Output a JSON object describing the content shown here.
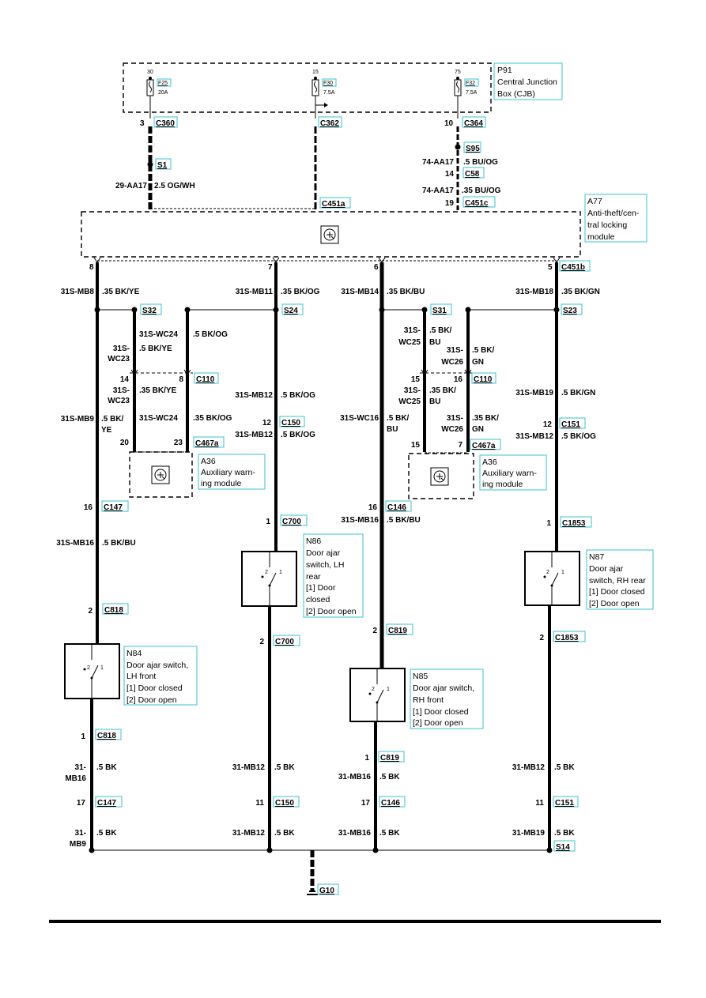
{
  "cjb": {
    "id": "P91",
    "line1": "Central Junction",
    "line2": "Box (CJB)",
    "fuses": [
      {
        "pin": "30",
        "fuse": "F25",
        "rating": "20A"
      },
      {
        "pin": "15",
        "fuse": "F30",
        "rating": "7.5A"
      },
      {
        "pin": "75",
        "fuse": "F32",
        "rating": "7.5A"
      }
    ]
  },
  "top": {
    "c360": {
      "pin": "3",
      "id": "C360"
    },
    "c362": {
      "pin": "",
      "id": "C362"
    },
    "c364": {
      "pin": "10",
      "id": "C364"
    },
    "s1": "S1",
    "s95": "S95",
    "w29": {
      "code": "29-AA17",
      "spec": "2.5 OG/WH"
    },
    "w74a": {
      "code": "74-AA17",
      "spec": ".5 BU/OG"
    },
    "c58": {
      "pin": "14",
      "id": "C58"
    },
    "w74b": {
      "code": "74-AA17",
      "spec": ".35 BU/OG"
    },
    "c451a": "C451a",
    "c451c": {
      "pin": "19",
      "id": "C451c"
    }
  },
  "a77": {
    "id": "A77",
    "line1": "Anti-theft/cen-",
    "line2": "tral locking",
    "line3": "module"
  },
  "a77pins": {
    "p8": "8",
    "p7": "7",
    "p6": "6",
    "p5": "5",
    "c451b": "C451b"
  },
  "wires": {
    "mb8": {
      "code": "31S-MB8",
      "spec": ".35 BK/YE"
    },
    "mb11": {
      "code": "31S-MB11",
      "spec": ".35 BK/OG"
    },
    "mb14": {
      "code": "31S-MB14",
      "spec": ".35 BK/BU"
    },
    "mb18": {
      "code": "31S-MB18",
      "spec": ".35 BK/GN"
    },
    "s32": "S32",
    "s24": "S24",
    "s31": "S31",
    "s23": "S23",
    "wc24a": {
      "code": "31S-WC24",
      "spec": ".5 BK/OG"
    },
    "wc23a": {
      "code1": "31S-",
      "code2": "WC23",
      "spec": ".5 BK/YE"
    },
    "wc25a": {
      "code1": "31S-",
      "code2": "WC25",
      "spec1": ".5 BK/",
      "spec2": "BU"
    },
    "wc26a": {
      "code1": "31S-",
      "code2": "WC26",
      "spec1": ".5 BK/",
      "spec2": "GN"
    },
    "c110l": {
      "p14": "14",
      "p8": "8",
      "id": "C110"
    },
    "c110r": {
      "p15": "15",
      "p16": "16",
      "id": "C110"
    },
    "wc23b": {
      "code1": "31S-",
      "code2": "WC23",
      "spec": ".35 BK/YE"
    },
    "wc24b": {
      "code": "31S-WC24",
      "spec": ".35 BK/OG"
    },
    "wc25b": {
      "code1": "31S-",
      "code2": "WC25",
      "spec1": ".35 BK/",
      "spec2": "BU"
    },
    "wc26b": {
      "code1": "31S-",
      "code2": "WC26",
      "spec1": ".35 BK/",
      "spec2": "GN"
    },
    "mb9": {
      "code": "31S-MB9",
      "spec1": ".5 BK/",
      "spec2": "YE"
    },
    "mb12a": {
      "code": "31S-MB12",
      "spec": ".5 BK/OG"
    },
    "wc16": {
      "code": "31S-WC16",
      "spec1": ".5 BK/",
      "spec2": "BU"
    },
    "mb19a": {
      "code": "31S-MB19",
      "spec": ".5 BK/GN"
    },
    "c150a": {
      "pin": "12",
      "id": "C150"
    },
    "c151a": {
      "pin": "12",
      "id": "C151"
    },
    "mb12b": {
      "code": "31S-MB12",
      "spec": ".5 BK/OG"
    },
    "mb12c": {
      "code": "31S-MB12",
      "spec": ".5 BK/OG"
    },
    "c467l": {
      "p20": "20",
      "p23": "23",
      "id": "C467a"
    },
    "c467r": {
      "p15": "15",
      "p7": "7",
      "id": "C467a"
    },
    "c147a": {
      "pin": "16",
      "id": "C147"
    },
    "c146a": {
      "pin": "16",
      "id": "C146"
    },
    "mb16a": {
      "code": "31S-MB16",
      "spec": ".5 BK/BU"
    },
    "mb16b": {
      "code": "31S-MB16",
      "spec": ".5 BK/BU"
    },
    "c700a": {
      "pin": "1",
      "id": "C700"
    },
    "c1853a": {
      "pin": "1",
      "id": "C1853"
    },
    "c818a": {
      "pin": "2",
      "id": "C818"
    },
    "c700b": {
      "pin": "2",
      "id": "C700"
    },
    "c819a": {
      "pin": "2",
      "id": "C819"
    },
    "c1853b": {
      "pin": "2",
      "id": "C1853"
    },
    "c818b": {
      "pin": "1",
      "id": "C818"
    },
    "c819b": {
      "pin": "1",
      "id": "C819"
    },
    "b16l": {
      "code1": "31-",
      "code2": "MB16",
      "spec": ".5 BK"
    },
    "b12l": {
      "code": "31-MB12",
      "spec": ".5 BK"
    },
    "b16r": {
      "code": "31-MB16",
      "spec": ".5 BK"
    },
    "b12r": {
      "code": "31-MB12",
      "spec": ".5 BK"
    },
    "c147b": {
      "pin": "17",
      "id": "C147"
    },
    "c150b": {
      "pin": "11",
      "id": "C150"
    },
    "c146b": {
      "pin": "17",
      "id": "C146"
    },
    "c151b": {
      "pin": "11",
      "id": "C151"
    },
    "g1": {
      "code1": "31-",
      "code2": "MB9",
      "spec": ".5 BK"
    },
    "g2": {
      "code": "31-MB12",
      "spec": ".5 BK"
    },
    "g3": {
      "code": "31-MB16",
      "spec": ".5 BK"
    },
    "g4": {
      "code": "31-MB19",
      "spec": ".5 BK"
    },
    "s14": "S14",
    "g10": "G10"
  },
  "a36l": {
    "id": "A36",
    "line1": "Auxiliary warn-",
    "line2": "ing module"
  },
  "a36r": {
    "id": "A36",
    "line1": "Auxiliary warn-",
    "line2": "ing module"
  },
  "n84": {
    "id": "N84",
    "l1": "Door ajar switch,",
    "l2": "LH front",
    "l3": "[1] Door closed",
    "l4": "[2] Door open"
  },
  "n85": {
    "id": "N85",
    "l1": "Door ajar switch,",
    "l2": "RH front",
    "l3": "[1] Door closed",
    "l4": "[2] Door open"
  },
  "n86": {
    "id": "N86",
    "l1": "Door ajar",
    "l2": "switch, LH",
    "l3": "rear",
    "l4": "[1] Door",
    "l5": "closed",
    "l6": "[2] Door open"
  },
  "n87": {
    "id": "N87",
    "l1": "Door ajar",
    "l2": "switch, RH rear",
    "l3": "[1] Door closed",
    "l4": "[2] Door open"
  },
  "switch_pins": {
    "one": "1",
    "two": "2"
  }
}
